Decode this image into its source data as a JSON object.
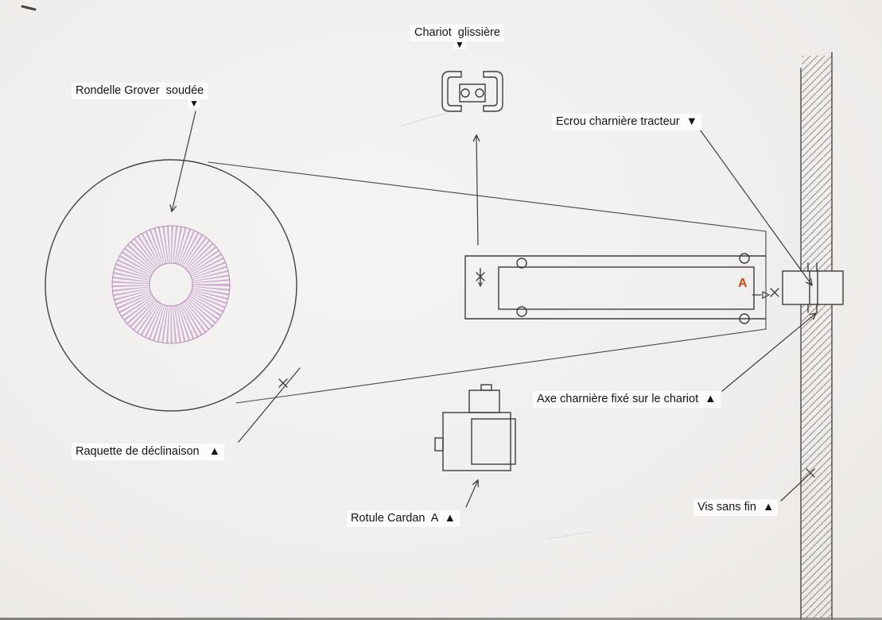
{
  "labels": {
    "chariot_glissiere": "Chariot  glissière",
    "chariot_marker": "▼",
    "rondelle_grover": "Rondelle Grover  soudée",
    "rondelle_marker": "▼",
    "ecrou_charniere": "Ecrou charnière tracteur  ▼",
    "axe_charniere": "Axe charnière fixé sur le chariot  ▲",
    "raquette_declinaison": "Raquette de déclinaison   ▲",
    "rotule_cardan": "Rotule Cardan  A  ▲",
    "vis_sans_fin": "Vis sans fin  ▲",
    "point_a": "A"
  },
  "colors": {
    "ink": "#3f3b38",
    "hatch_pink": "#c79fc9",
    "accent_red": "#c84b1e",
    "paper": "#f3f1f0"
  }
}
